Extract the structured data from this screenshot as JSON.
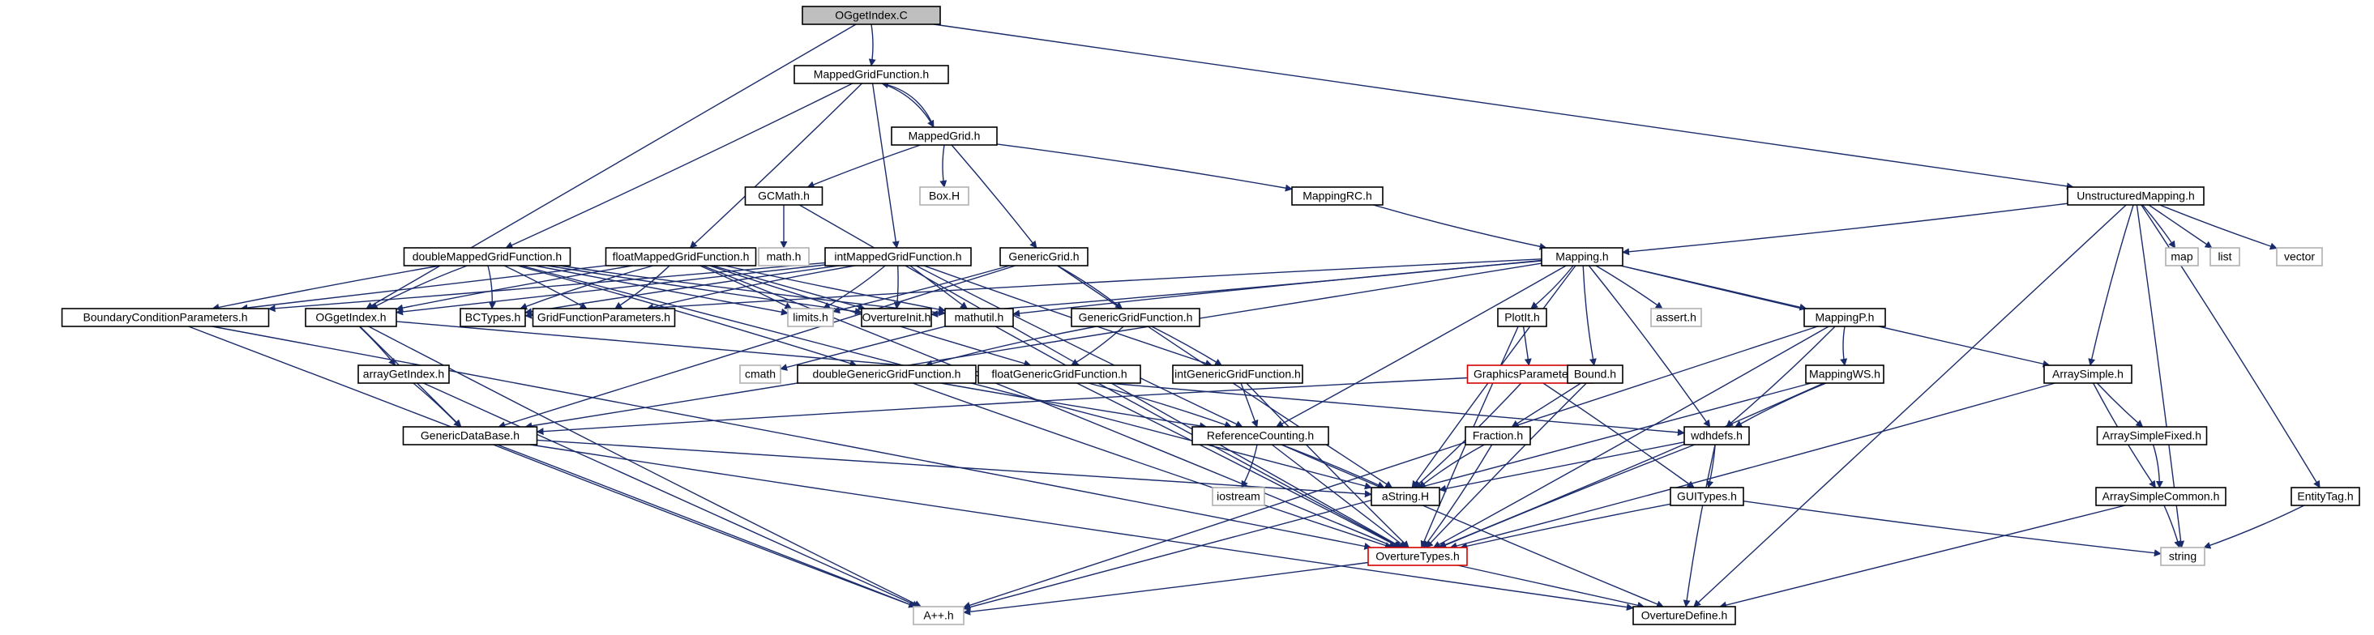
{
  "nodes": [
    {
      "id": "ogget_c",
      "label": "OGgetIndex.C",
      "kind": "root"
    },
    {
      "id": "mgf",
      "label": "MappedGridFunction.h",
      "kind": "normal"
    },
    {
      "id": "mg",
      "label": "MappedGrid.h",
      "kind": "normal"
    },
    {
      "id": "gcmath",
      "label": "GCMath.h",
      "kind": "normal"
    },
    {
      "id": "boxh",
      "label": "Box.H",
      "kind": "external"
    },
    {
      "id": "mappingrc",
      "label": "MappingRC.h",
      "kind": "normal"
    },
    {
      "id": "unstructured",
      "label": "UnstructuredMapping.h",
      "kind": "normal"
    },
    {
      "id": "mathh",
      "label": "math.h",
      "kind": "external"
    },
    {
      "id": "dmgf",
      "label": "doubleMappedGridFunction.h",
      "kind": "normal"
    },
    {
      "id": "fmgf",
      "label": "floatMappedGridFunction.h",
      "kind": "normal"
    },
    {
      "id": "imgf",
      "label": "intMappedGridFunction.h",
      "kind": "normal"
    },
    {
      "id": "genericgrid",
      "label": "GenericGrid.h",
      "kind": "normal"
    },
    {
      "id": "mapping",
      "label": "Mapping.h",
      "kind": "normal"
    },
    {
      "id": "mapset",
      "label": "map",
      "kind": "external"
    },
    {
      "id": "list",
      "label": "list",
      "kind": "external"
    },
    {
      "id": "vector",
      "label": "vector",
      "kind": "external"
    },
    {
      "id": "bcp",
      "label": "BoundaryConditionParameters.h",
      "kind": "normal"
    },
    {
      "id": "oggeth",
      "label": "OGgetIndex.h",
      "kind": "normal"
    },
    {
      "id": "bctypes",
      "label": "BCTypes.h",
      "kind": "normal"
    },
    {
      "id": "gfp",
      "label": "GridFunctionParameters.h",
      "kind": "normal"
    },
    {
      "id": "limits",
      "label": "limits.h",
      "kind": "external"
    },
    {
      "id": "overtureinit",
      "label": "OvertureInit.h",
      "kind": "normal"
    },
    {
      "id": "mathutil",
      "label": "mathutil.h",
      "kind": "normal"
    },
    {
      "id": "ggf",
      "label": "GenericGridFunction.h",
      "kind": "normal"
    },
    {
      "id": "plotit",
      "label": "PlotIt.h",
      "kind": "normal"
    },
    {
      "id": "assert",
      "label": "assert.h",
      "kind": "external"
    },
    {
      "id": "mappingp",
      "label": "MappingP.h",
      "kind": "normal"
    },
    {
      "id": "arraysimple",
      "label": "ArraySimple.h",
      "kind": "normal"
    },
    {
      "id": "arraygetindex",
      "label": "arrayGetIndex.h",
      "kind": "normal"
    },
    {
      "id": "cmath",
      "label": "cmath",
      "kind": "external"
    },
    {
      "id": "dggf",
      "label": "doubleGenericGridFunction.h",
      "kind": "normal"
    },
    {
      "id": "fggf",
      "label": "floatGenericGridFunction.h",
      "kind": "normal"
    },
    {
      "id": "iggf",
      "label": "intGenericGridFunction.h",
      "kind": "normal"
    },
    {
      "id": "graphicsparams",
      "label": "GraphicsParameters.h",
      "kind": "incomplete"
    },
    {
      "id": "bound",
      "label": "Bound.h",
      "kind": "normal"
    },
    {
      "id": "mappingws",
      "label": "MappingWS.h",
      "kind": "normal"
    },
    {
      "id": "gdb",
      "label": "GenericDataBase.h",
      "kind": "normal"
    },
    {
      "id": "refcount",
      "label": "ReferenceCounting.h",
      "kind": "normal"
    },
    {
      "id": "fraction",
      "label": "Fraction.h",
      "kind": "normal"
    },
    {
      "id": "wdhdefs",
      "label": "wdhdefs.h",
      "kind": "normal"
    },
    {
      "id": "arraysimplefixed",
      "label": "ArraySimpleFixed.h",
      "kind": "normal"
    },
    {
      "id": "astring",
      "label": "aString.H",
      "kind": "normal"
    },
    {
      "id": "iostream",
      "label": "iostream",
      "kind": "external"
    },
    {
      "id": "guitypes",
      "label": "GUITypes.h",
      "kind": "normal"
    },
    {
      "id": "ascommon",
      "label": "ArraySimpleCommon.h",
      "kind": "normal"
    },
    {
      "id": "entitytag",
      "label": "EntityTag.h",
      "kind": "normal"
    },
    {
      "id": "overturetypes",
      "label": "OvertureTypes.h",
      "kind": "incomplete"
    },
    {
      "id": "string",
      "label": "string",
      "kind": "external"
    },
    {
      "id": "appp",
      "label": "A++.h",
      "kind": "external"
    },
    {
      "id": "overturedefine",
      "label": "OvertureDefine.h",
      "kind": "normal"
    }
  ],
  "edges": [
    [
      "ogget_c",
      "mgf"
    ],
    [
      "ogget_c",
      "unstructured"
    ],
    [
      "ogget_c",
      "oggeth"
    ],
    [
      "mgf",
      "mg"
    ],
    [
      "mg",
      "mgf"
    ],
    [
      "mgf",
      "dmgf"
    ],
    [
      "mgf",
      "fmgf"
    ],
    [
      "mgf",
      "imgf"
    ],
    [
      "mg",
      "gcmath"
    ],
    [
      "mg",
      "boxh"
    ],
    [
      "mg",
      "mappingrc"
    ],
    [
      "mg",
      "genericgrid"
    ],
    [
      "gcmath",
      "mathh"
    ],
    [
      "gcmath",
      "overturetypes"
    ],
    [
      "mappingrc",
      "mapping"
    ],
    [
      "unstructured",
      "mapping"
    ],
    [
      "unstructured",
      "mapset"
    ],
    [
      "unstructured",
      "list"
    ],
    [
      "unstructured",
      "vector"
    ],
    [
      "unstructured",
      "arraysimple"
    ],
    [
      "unstructured",
      "entitytag"
    ],
    [
      "unstructured",
      "string"
    ],
    [
      "unstructured",
      "overturedefine"
    ],
    [
      "dmgf",
      "bcp"
    ],
    [
      "dmgf",
      "oggeth"
    ],
    [
      "dmgf",
      "bctypes"
    ],
    [
      "dmgf",
      "gfp"
    ],
    [
      "dmgf",
      "limits"
    ],
    [
      "dmgf",
      "overtureinit"
    ],
    [
      "dmgf",
      "mathutil"
    ],
    [
      "dmgf",
      "dggf"
    ],
    [
      "dmgf",
      "astring"
    ],
    [
      "fmgf",
      "bcp"
    ],
    [
      "fmgf",
      "oggeth"
    ],
    [
      "fmgf",
      "bctypes"
    ],
    [
      "fmgf",
      "gfp"
    ],
    [
      "fmgf",
      "limits"
    ],
    [
      "fmgf",
      "overtureinit"
    ],
    [
      "fmgf",
      "mathutil"
    ],
    [
      "fmgf",
      "fggf"
    ],
    [
      "fmgf",
      "overturetypes"
    ],
    [
      "imgf",
      "bcp"
    ],
    [
      "imgf",
      "oggeth"
    ],
    [
      "imgf",
      "bctypes"
    ],
    [
      "imgf",
      "gfp"
    ],
    [
      "imgf",
      "limits"
    ],
    [
      "imgf",
      "overtureinit"
    ],
    [
      "imgf",
      "mathutil"
    ],
    [
      "imgf",
      "iggf"
    ],
    [
      "imgf",
      "refcount"
    ],
    [
      "genericgrid",
      "ggf"
    ],
    [
      "genericgrid",
      "limits"
    ],
    [
      "genericgrid",
      "gdb"
    ],
    [
      "genericgrid",
      "astring"
    ],
    [
      "mapping",
      "mathutil"
    ],
    [
      "mapping",
      "plotit"
    ],
    [
      "mapping",
      "assert"
    ],
    [
      "mapping",
      "mappingp"
    ],
    [
      "mapping",
      "arraysimple"
    ],
    [
      "mapping",
      "bound"
    ],
    [
      "mapping",
      "wdhdefs"
    ],
    [
      "mapping",
      "refcount"
    ],
    [
      "mapping",
      "gdb"
    ],
    [
      "mapping",
      "astring"
    ],
    [
      "mapping",
      "bctypes"
    ],
    [
      "mapping",
      "overtureinit"
    ],
    [
      "oggeth",
      "arraygetindex"
    ],
    [
      "oggeth",
      "gdb"
    ],
    [
      "oggeth",
      "wdhdefs"
    ],
    [
      "oggeth",
      "appp"
    ],
    [
      "bcp",
      "overturetypes"
    ],
    [
      "bcp",
      "appp"
    ],
    [
      "mathutil",
      "cmath"
    ],
    [
      "mathutil",
      "overturetypes"
    ],
    [
      "ggf",
      "dggf"
    ],
    [
      "ggf",
      "fggf"
    ],
    [
      "ggf",
      "iggf"
    ],
    [
      "plotit",
      "graphicsparams"
    ],
    [
      "plotit",
      "overturetypes"
    ],
    [
      "mappingp",
      "mappingws"
    ],
    [
      "mappingp",
      "wdhdefs"
    ],
    [
      "mappingp",
      "overturetypes"
    ],
    [
      "mappingp",
      "appp"
    ],
    [
      "arraysimple",
      "arraysimplefixed"
    ],
    [
      "arraysimple",
      "ascommon"
    ],
    [
      "arraysimple",
      "overturetypes"
    ],
    [
      "arraygetindex",
      "gdb"
    ],
    [
      "arraygetindex",
      "appp"
    ],
    [
      "dggf",
      "refcount"
    ],
    [
      "dggf",
      "overturetypes"
    ],
    [
      "fggf",
      "refcount"
    ],
    [
      "fggf",
      "overturetypes"
    ],
    [
      "iggf",
      "refcount"
    ],
    [
      "iggf",
      "overturetypes"
    ],
    [
      "graphicsparams",
      "gdb"
    ],
    [
      "graphicsparams",
      "astring"
    ],
    [
      "graphicsparams",
      "guitypes"
    ],
    [
      "bound",
      "fraction"
    ],
    [
      "bound",
      "overturetypes"
    ],
    [
      "mappingws",
      "wdhdefs"
    ],
    [
      "mappingws",
      "overturetypes"
    ],
    [
      "mappingws",
      "appp"
    ],
    [
      "gdb",
      "astring"
    ],
    [
      "gdb",
      "appp"
    ],
    [
      "gdb",
      "overturedefine"
    ],
    [
      "refcount",
      "iostream"
    ],
    [
      "refcount",
      "astring"
    ],
    [
      "refcount",
      "overturetypes"
    ],
    [
      "refcount",
      "overturedefine"
    ],
    [
      "fraction",
      "astring"
    ],
    [
      "fraction",
      "overturetypes"
    ],
    [
      "wdhdefs",
      "guitypes"
    ],
    [
      "wdhdefs",
      "astring"
    ],
    [
      "wdhdefs",
      "overturetypes"
    ],
    [
      "wdhdefs",
      "overturedefine"
    ],
    [
      "arraysimplefixed",
      "ascommon"
    ],
    [
      "ascommon",
      "string"
    ],
    [
      "ascommon",
      "overturedefine"
    ],
    [
      "guitypes",
      "overturetypes"
    ],
    [
      "guitypes",
      "string"
    ],
    [
      "entitytag",
      "string"
    ],
    [
      "overturetypes",
      "appp"
    ],
    [
      "overturetypes",
      "overturedefine"
    ]
  ],
  "colors": {
    "edge": "#1a2b6b",
    "normal_border": "#000000",
    "external_border": "#b0b0b0",
    "incomplete_border": "#d40000",
    "root_fill": "#bfbfbf",
    "node_fill": "#ffffff",
    "text": "#000000"
  }
}
